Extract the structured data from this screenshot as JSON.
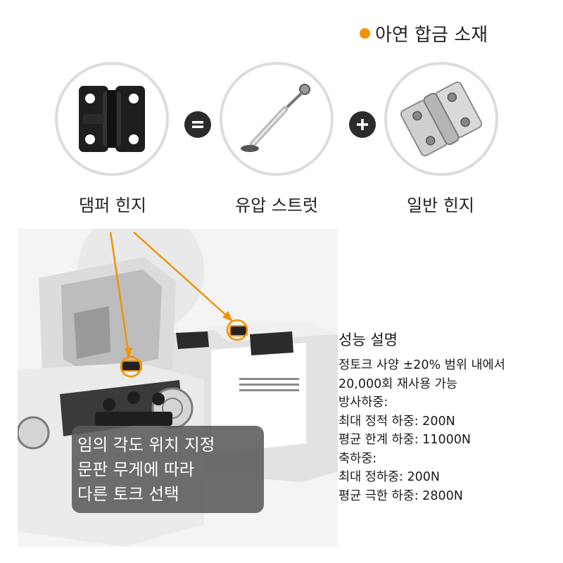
{
  "material_label": "아연 합금 소재",
  "colors": {
    "accent": "#f39200",
    "operator": "#2b2b2b",
    "overlay": "#5a5a5a"
  },
  "components": [
    {
      "label": "댐퍼 힌지",
      "icon": "damper-hinge-image"
    },
    {
      "label": "유압 스트럿",
      "icon": "hydraulic-strut-image"
    },
    {
      "label": "일반 힌지",
      "icon": "plain-hinge-image"
    }
  ],
  "operators": [
    {
      "symbol": "=",
      "icon": "equals-icon"
    },
    {
      "symbol": "+",
      "icon": "plus-icon"
    }
  ],
  "feature_overlay": {
    "lines": [
      "임의 각도 위치 지정",
      "문판 무게에 따라",
      "다른 토크 선택"
    ]
  },
  "performance": {
    "title": "성능 설명",
    "lines": [
      "정토크 사양 ±20% 범위 내에서",
      "20,000회 재사용 가능",
      "방사하중:",
      "최대 정적 하중: 200N",
      "평균 한계 하중: 11000N",
      "축하중:",
      "최대 정하중: 200N",
      "평균 극한 하중: 2800N"
    ]
  }
}
